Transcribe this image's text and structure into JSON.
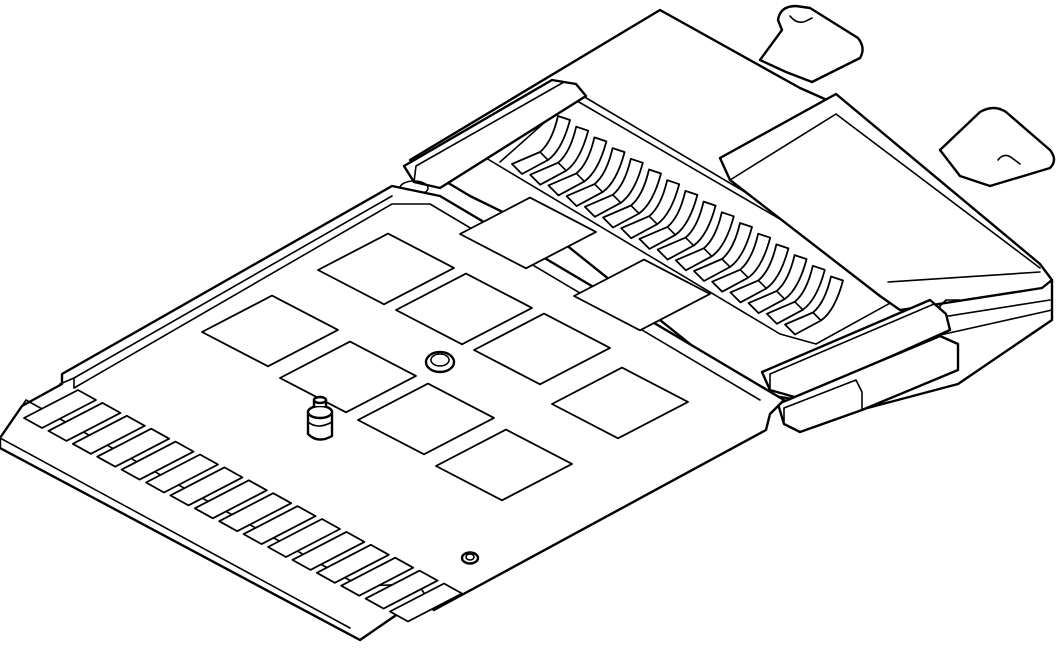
{
  "figure": {
    "subject": "interface-module-line-drawing",
    "colors": {
      "line": "#000000",
      "background": "#ffffff"
    },
    "components": {
      "edge_contacts": 16,
      "chips": 10,
      "spring_contacts": 16,
      "latches": 2,
      "bosses": 1,
      "holes": 2
    }
  }
}
